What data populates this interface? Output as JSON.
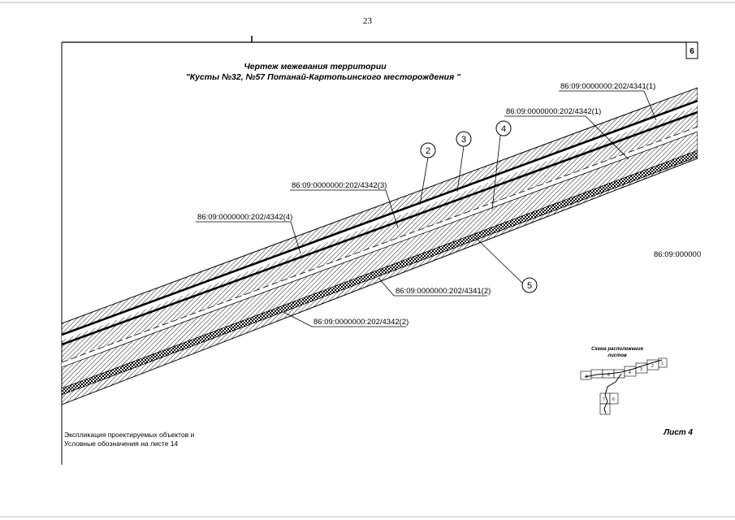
{
  "page_number": "23",
  "sheet_box_number": "6",
  "title": {
    "line1": "Чертеж межевания территории",
    "line2": "\"Кусты №32, №57 Потанай-Картопьинского месторождения \""
  },
  "parcels": {
    "p4341_1": "86:09:0000000:202/4341(1)",
    "p4342_1": "86:09:0000000:202/4342(1)",
    "p4342_3": "86:09:0000000:202/4342(3)",
    "p4342_4": "86:09:0000000:202/4342(4)",
    "p4341_2": "86:09:0000000:202/4341(2)",
    "p4342_2": "86:09:0000000:202/4342(2)",
    "right_cut": "86:09:000000"
  },
  "callouts": {
    "c2": "2",
    "c3": "3",
    "c4": "4",
    "c5": "5"
  },
  "scheme": {
    "title_line1": "Схема расположения",
    "title_line2": "листов",
    "cells": [
      "8",
      "5",
      "4",
      "3",
      "2",
      "1",
      "7",
      "6"
    ]
  },
  "note": {
    "line1": "Экспликация проектируемых объектов и",
    "line2": "Условные обозначения на листе 14"
  },
  "sheet_label": "Лист 4",
  "colors": {
    "ink": "#000000",
    "paper": "#ffffff"
  }
}
